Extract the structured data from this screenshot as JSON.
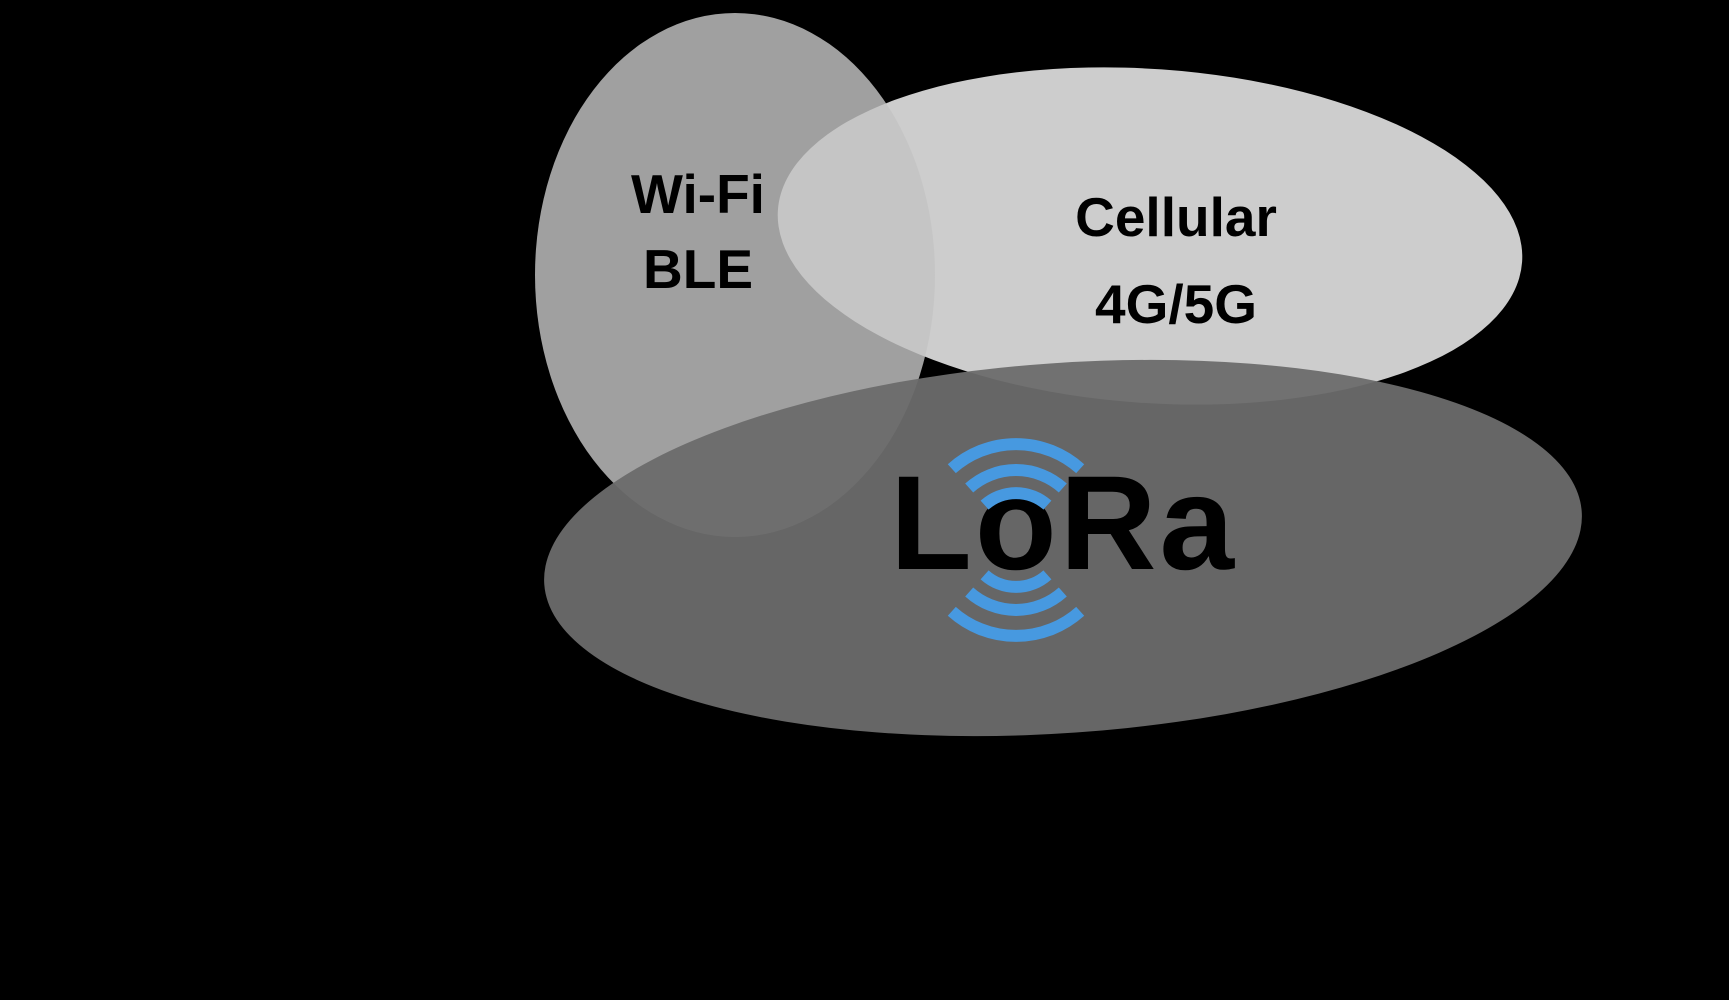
{
  "diagram": {
    "background_color": "#000000",
    "wifi": {
      "line1": "Wi-Fi",
      "line2": "BLE",
      "fill": "rgba(195,195,195,0.82)"
    },
    "cellular": {
      "line1": "Cellular",
      "line2": "4G/5G",
      "fill": "#cdcdcd"
    },
    "lora": {
      "label": "LoRa",
      "fill": "rgba(108,108,108,0.95)",
      "text_color": "#000000",
      "wave_color": "#4799e0"
    }
  }
}
